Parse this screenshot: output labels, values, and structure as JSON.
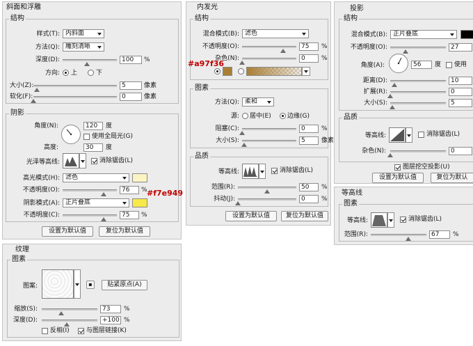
{
  "colors": {
    "gloss_highlight": "#f7e949",
    "inner_glow": "#a97f36",
    "highlight_swatch": "#fcf5c3",
    "shadow_swatch": "#f7e949",
    "dropshadow_swatch": "#000000"
  },
  "bevel": {
    "title": "斜面和浮雕",
    "structure": {
      "title": "结构",
      "style_label": "样式(T):",
      "style_value": "内斜面",
      "method_label": "方法(Q):",
      "method_value": "雕刻清晰",
      "depth_label": "深度(D):",
      "depth_value": "100",
      "depth_unit": "%",
      "dir_label": "方向:",
      "dir_up": "上",
      "dir_down": "下",
      "size_label": "大小(Z):",
      "size_value": "5",
      "size_unit": "像素",
      "soften_label": "软化(F):",
      "soften_value": "0",
      "soften_unit": "像素"
    },
    "shading": {
      "title": "阴影",
      "angle_label": "角度(N):",
      "angle_value": "120",
      "angle_unit": "度",
      "global_light": "使用全局光(G)",
      "altitude_label": "高度:",
      "altitude_value": "30",
      "altitude_unit": "度",
      "gloss_label": "光泽等高线:",
      "antialias": "消除锯齿(L)",
      "highlight_mode_label": "高光模式(H):",
      "highlight_mode_value": "滤色",
      "opacity1_label": "不透明度(O):",
      "opacity1_value": "76",
      "opacity1_unit": "%",
      "shadow_mode_label": "阴影模式(A):",
      "shadow_mode_value": "正片叠底",
      "opacity2_label": "不透明度(C):",
      "opacity2_value": "75",
      "opacity2_unit": "%"
    },
    "btn_default": "设置为默认值",
    "btn_reset": "复位为默认值",
    "annotation": "#f7e949"
  },
  "inner_glow": {
    "title": "内发光",
    "structure": {
      "title": "结构",
      "blend_label": "混合模式(B):",
      "blend_value": "滤色",
      "opacity_label": "不透明度(O):",
      "opacity_value": "75",
      "opacity_unit": "%",
      "noise_label": "杂色(N):",
      "noise_value": "0",
      "noise_unit": "%"
    },
    "annotation": "#a97f36",
    "elements": {
      "title": "图素",
      "method_label": "方法(Q):",
      "method_value": "柔和",
      "source_label": "源:",
      "source_center": "居中(E)",
      "source_edge": "边缘(G)",
      "choke_label": "阻塞(C):",
      "choke_value": "0",
      "choke_unit": "%",
      "size_label": "大小(S):",
      "size_value": "5",
      "size_unit": "像素"
    },
    "quality": {
      "title": "品质",
      "contour_label": "等高线:",
      "antialias": "消除锯齿(L)",
      "range_label": "范围(R):",
      "range_value": "50",
      "range_unit": "%",
      "jitter_label": "抖动(J):",
      "jitter_value": "0",
      "jitter_unit": "%"
    },
    "btn_default": "设置为默认值",
    "btn_reset": "复位为默认值"
  },
  "drop_shadow": {
    "title": "投影",
    "structure": {
      "title": "结构",
      "blend_label": "混合模式(B):",
      "blend_value": "正片叠底",
      "opacity_label": "不透明度(O):",
      "opacity_value": "27",
      "angle_label": "角度(A):",
      "angle_value": "56",
      "angle_unit": "度",
      "global_light": "使用",
      "distance_label": "距离(D):",
      "distance_value": "10",
      "spread_label": "扩展(R):",
      "spread_value": "0",
      "size_label": "大小(S):",
      "size_value": "5"
    },
    "quality": {
      "title": "品质",
      "contour_label": "等高线:",
      "antialias": "消除锯齿(L)",
      "noise_label": "杂色(N):",
      "noise_value": "0",
      "knockout": "图层挖空投影(U)"
    },
    "btn_default": "设置为默认值",
    "btn_reset": "复位为默认"
  },
  "contour_panel": {
    "title": "等高线",
    "elements": "图素",
    "contour_label": "等高线:",
    "antialias": "消除锯齿(L)",
    "range_label": "范围(R):",
    "range_value": "67",
    "range_unit": "%"
  },
  "texture": {
    "title": "纹理",
    "elements": "图素",
    "pattern_label": "图案:",
    "snap_button": "贴紧原点(A)",
    "scale_label": "缩放(S):",
    "scale_value": "73",
    "scale_unit": "%",
    "depth_label": "深度(D):",
    "depth_value": "+100",
    "depth_unit": "%",
    "invert": "反相(I)",
    "link": "与图层链接(K)"
  },
  "sliders": {
    "bevel_depth": 0.45,
    "bevel_size": 0.04,
    "bevel_soften": 0.0,
    "highlight_opacity": 0.76,
    "shadow_opacity": 0.75,
    "glow_opacity": 0.75,
    "glow_noise": 0.0,
    "glow_choke": 0.0,
    "glow_size": 0.04,
    "glow_range": 0.5,
    "glow_jitter": 0.0,
    "ds_opacity": 0.27,
    "ds_distance": 0.07,
    "ds_spread": 0.0,
    "ds_size": 0.04,
    "ds_noise": 0.0,
    "contour_range": 0.67,
    "tex_scale": 0.35,
    "tex_depth": 0.45
  }
}
